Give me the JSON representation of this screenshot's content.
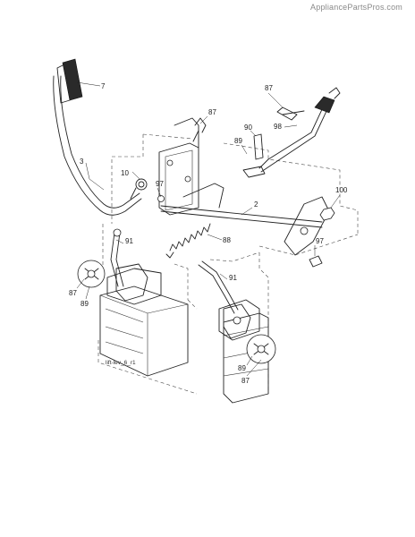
{
  "watermark": "AppliancePartsPros.com",
  "caption": "lift-lev_6_r1",
  "callouts": {
    "c7": "7",
    "c3": "3",
    "c10": "10",
    "c97a": "97",
    "c87a": "87",
    "c87b": "87",
    "c90": "90",
    "c89a": "89",
    "c98": "98",
    "c100": "100",
    "c2": "2",
    "c88": "88",
    "c97b": "97",
    "c91a": "91",
    "c87c": "87",
    "c89b": "89",
    "c91b": "91",
    "c89c": "89",
    "c87d": "87"
  }
}
